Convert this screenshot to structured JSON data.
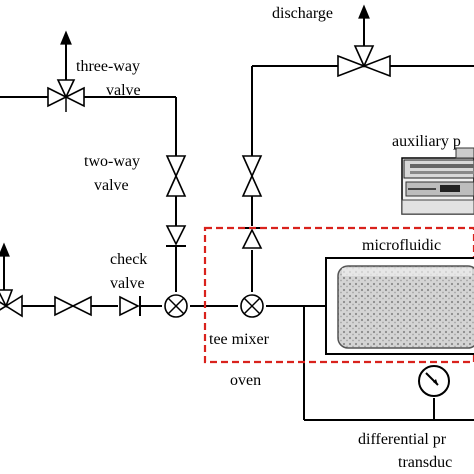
{
  "labels": {
    "discharge": "discharge",
    "three_way_line1": "three-way",
    "three_way_line2": "valve",
    "two_way_line1": "two-way",
    "two_way_line2": "valve",
    "check_line1": "check",
    "check_line2": "valve",
    "tee_mixer": "tee mixer",
    "oven": "oven",
    "auxiliary": "auxiliary p",
    "microfluidic": "microfluidic",
    "differential_line1": "differential pr",
    "differential_line2": "transduc"
  },
  "colors": {
    "oven_box": "#d9221c",
    "oven_text": "#c0392b",
    "line": "#000000",
    "chip_fill": "#cfcfcf"
  },
  "icons": {
    "pump": "syringe-pump-icon",
    "gauge": "pressure-gauge-icon",
    "chip": "microfluidic-chip-icon"
  }
}
